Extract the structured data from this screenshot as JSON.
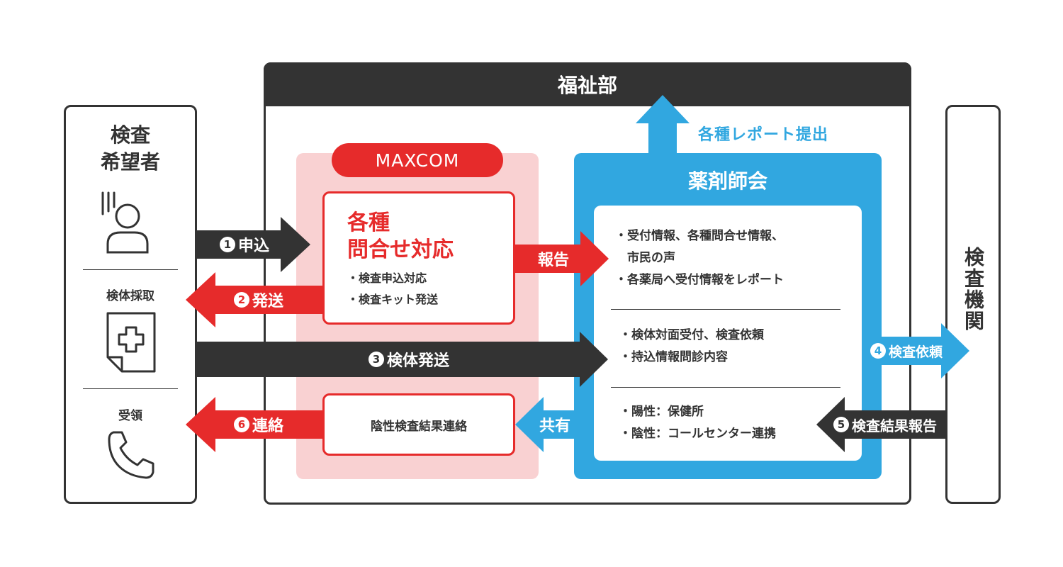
{
  "welfare": {
    "title": "福祉部"
  },
  "applicant": {
    "title_line1": "検査",
    "title_line2": "希望者",
    "section_collect": "検体採取",
    "section_receive": "受領"
  },
  "lab": {
    "title": "検査機関"
  },
  "maxcom": {
    "label": "MAXCOM",
    "inquiry_title_line1": "各種",
    "inquiry_title_line2": "問合せ対応",
    "inquiry_items": [
      "・検査申込対応",
      "・検査キット発送"
    ],
    "negative_box": "陰性検査結果連絡"
  },
  "pharmacy": {
    "title": "薬剤師会",
    "group1": [
      "・受付情報、各種問合せ情報、",
      "　市民の声",
      "・各薬局へ受付情報をレポート"
    ],
    "group2": [
      "・検体対面受付、検査依頼",
      "・持込情報問診内容"
    ],
    "group3": [
      "・陽性：保健所",
      "・陰性：コールセンター連携"
    ]
  },
  "report_submit": "各種レポート提出",
  "arrows": {
    "a1": {
      "num": "1",
      "text": "申込"
    },
    "a2": {
      "num": "2",
      "text": "発送"
    },
    "a3": {
      "num": "3",
      "text": "検体発送"
    },
    "a4": {
      "num": "4",
      "text": "検査依頼"
    },
    "a5": {
      "num": "5",
      "text": "検査結果報告"
    },
    "a6": {
      "num": "6",
      "text": "連絡"
    },
    "report": "報告",
    "share": "共有"
  },
  "colors": {
    "red": "#e62b2b",
    "blue": "#31a7e0",
    "dark": "#333333",
    "pink": "#f9d1d2"
  }
}
